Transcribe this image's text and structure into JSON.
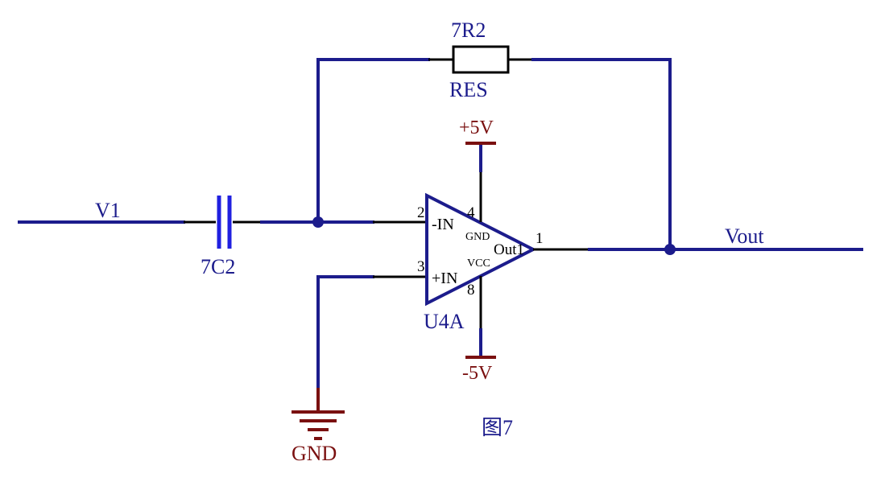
{
  "net_labels": {
    "input": "V1",
    "output": "Vout",
    "positive_supply": "+5V",
    "negative_supply": "-5V",
    "ground": "GND"
  },
  "resistor": {
    "designator": "7R2",
    "type": "RES"
  },
  "capacitor": {
    "designator": "7C2"
  },
  "opamp": {
    "designator": "U4A",
    "inverting_input": "-IN",
    "noninverting_input": "+IN",
    "output": "Out1",
    "gnd_pin": "GND",
    "vcc_pin": "VCC",
    "pin_inverting": "2",
    "pin_noninverting": "3",
    "pin_output": "1",
    "pin_top": "4",
    "pin_bottom": "8"
  },
  "caption": "图7",
  "colors": {
    "wire": "#1c1c8c",
    "power": "#7a1010",
    "pin": "#000000",
    "capacitor": "#2020e0",
    "text_blue": "#1c1c8c",
    "text_red": "#7a1010"
  }
}
